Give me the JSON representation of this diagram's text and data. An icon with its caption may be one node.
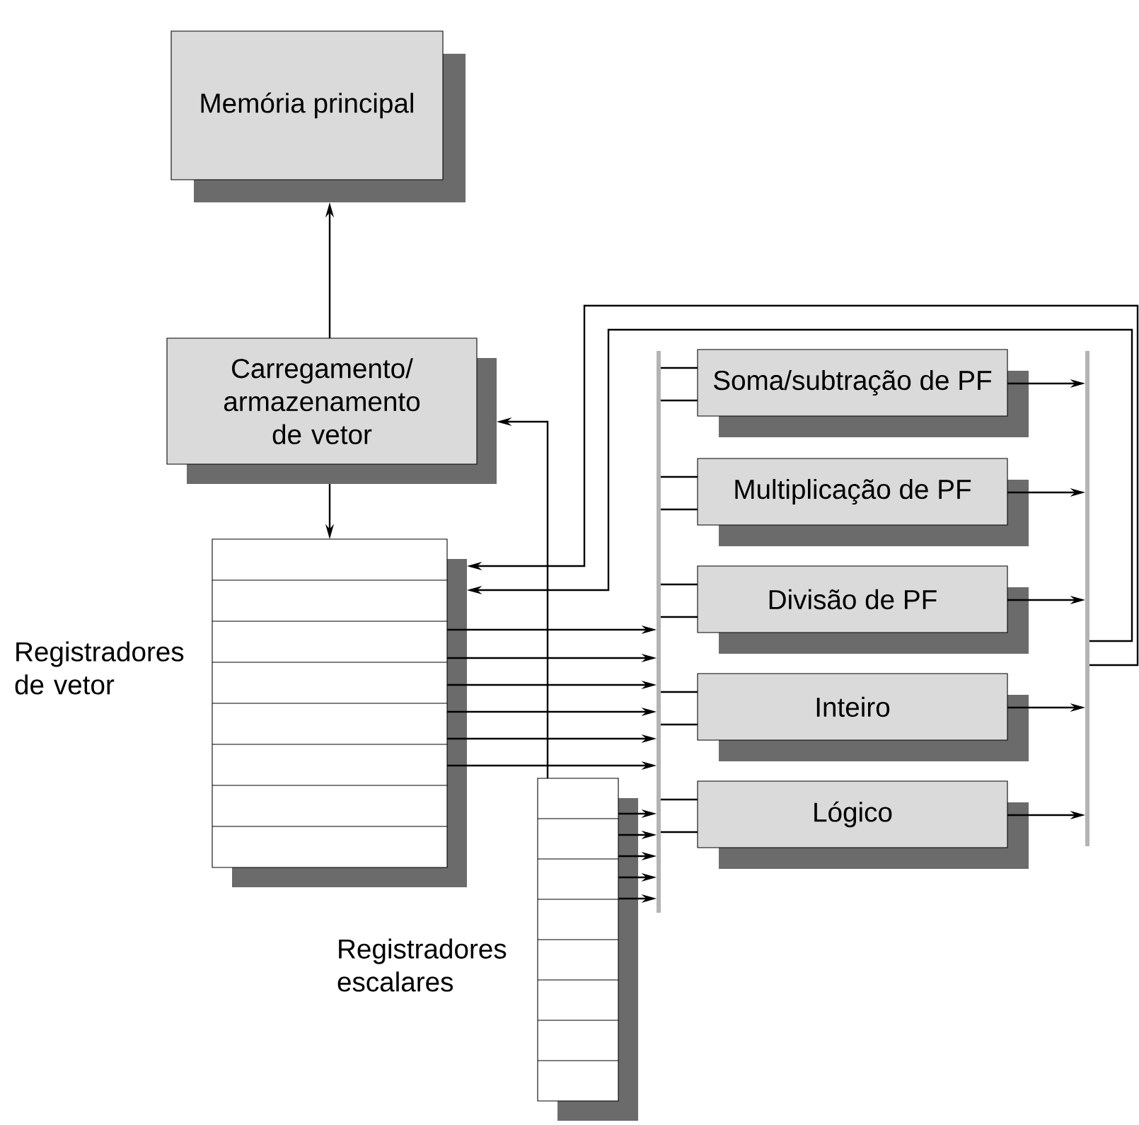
{
  "diagram": {
    "nodes": [
      {
        "text": [
          "Memória principal"
        ]
      },
      {
        "text": [
          "Carregamento/ armazenamento de vetor"
        ]
      },
      {
        "text": [],
        "shape": "box",
        "beside": [
          "Registradores de vetor"
        ]
      },
      {
        "text": [],
        "shape": "box",
        "beside": [
          "Registradores escalares"
        ]
      },
      {
        "text": [],
        "shape": "bar"
      },
      {
        "text": [
          "Soma/subtração de PF"
        ]
      },
      {
        "text": [
          "Multiplicação de PF"
        ]
      },
      {
        "text": [
          "Divisão de PF"
        ]
      },
      {
        "text": [
          "Inteiro"
        ]
      },
      {
        "text": [
          "Lógico"
        ]
      },
      {
        "text": [],
        "shape": "bar"
      }
    ],
    "edges": [
      {
        "from": 1,
        "to": 0,
        "arrow": "to"
      },
      {
        "from": 1,
        "to": 2,
        "arrow": "to"
      },
      {
        "from": 3,
        "to": 1,
        "arrow": "to"
      },
      {
        "from": 10,
        "to": 2,
        "arrow": "to"
      },
      {
        "from": 10,
        "to": 2,
        "arrow": "to"
      },
      {
        "from": 2,
        "to": 4,
        "arrow": "to"
      },
      {
        "from": 2,
        "to": 4,
        "arrow": "to"
      },
      {
        "from": 2,
        "to": 4,
        "arrow": "to"
      },
      {
        "from": 2,
        "to": 4,
        "arrow": "to"
      },
      {
        "from": 2,
        "to": 4,
        "arrow": "to"
      },
      {
        "from": 2,
        "to": 4,
        "arrow": "to"
      },
      {
        "from": 3,
        "to": 4,
        "arrow": "to"
      },
      {
        "from": 3,
        "to": 4,
        "arrow": "to"
      },
      {
        "from": 3,
        "to": 4,
        "arrow": "to"
      },
      {
        "from": 3,
        "to": 4,
        "arrow": "to"
      },
      {
        "from": 3,
        "to": 4,
        "arrow": "to"
      },
      {
        "from": 4,
        "to": 5,
        "arrow": "none"
      },
      {
        "from": 4,
        "to": 5,
        "arrow": "none"
      },
      {
        "from": 4,
        "to": 6,
        "arrow": "none"
      },
      {
        "from": 4,
        "to": 6,
        "arrow": "none"
      },
      {
        "from": 4,
        "to": 7,
        "arrow": "none"
      },
      {
        "from": 4,
        "to": 7,
        "arrow": "none"
      },
      {
        "from": 4,
        "to": 8,
        "arrow": "none"
      },
      {
        "from": 4,
        "to": 8,
        "arrow": "none"
      },
      {
        "from": 4,
        "to": 9,
        "arrow": "none"
      },
      {
        "from": 4,
        "to": 9,
        "arrow": "none"
      },
      {
        "from": 5,
        "to": 10,
        "arrow": "to"
      },
      {
        "from": 6,
        "to": 10,
        "arrow": "to"
      },
      {
        "from": 7,
        "to": 10,
        "arrow": "to"
      },
      {
        "from": 8,
        "to": 10,
        "arrow": "to"
      },
      {
        "from": 9,
        "to": 10,
        "arrow": "to"
      }
    ]
  }
}
